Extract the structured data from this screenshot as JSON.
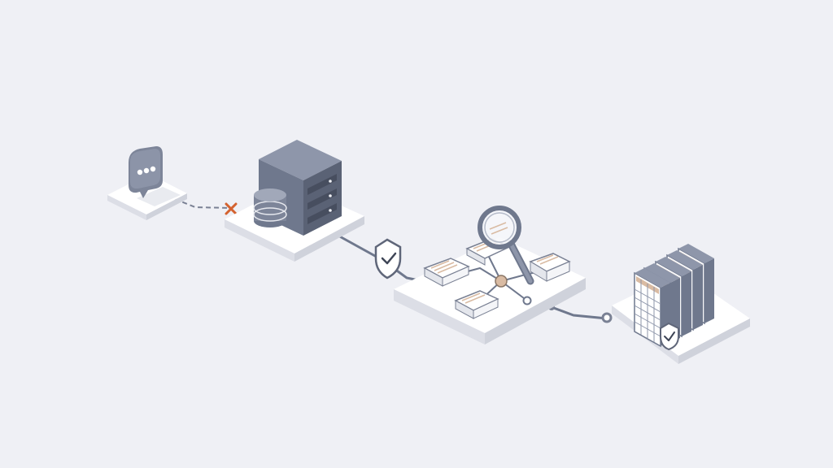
{
  "colors": {
    "background": "#eff0f5",
    "platform_top": "#ffffff",
    "platform_side": "#dcdee6",
    "server_light": "#8a92a6",
    "server_mid": "#6f788d",
    "server_dark": "#565e71",
    "connector": "#7a8194",
    "broken_link": "#d4622f",
    "accent_tan": "#d9bba3",
    "shield_fill": "#ffffff",
    "shield_stroke": "#5f6679"
  },
  "nodes": [
    {
      "id": "chat",
      "icon": "chat-bubble-icon"
    },
    {
      "id": "database",
      "icon": "server-rack-icon"
    },
    {
      "id": "search-graph",
      "icon": "magnifier-icon"
    },
    {
      "id": "table-archive",
      "icon": "spreadsheet-stack-icon"
    }
  ],
  "links": [
    {
      "from": "chat",
      "to": "database",
      "style": "dashed",
      "status": "broken",
      "marker": "x-mark-icon"
    },
    {
      "from": "database",
      "to": "search-graph",
      "style": "solid",
      "status": "verified",
      "marker": "shield-check-icon"
    },
    {
      "from": "search-graph",
      "to": "table-archive",
      "style": "solid",
      "status": "ok"
    }
  ]
}
